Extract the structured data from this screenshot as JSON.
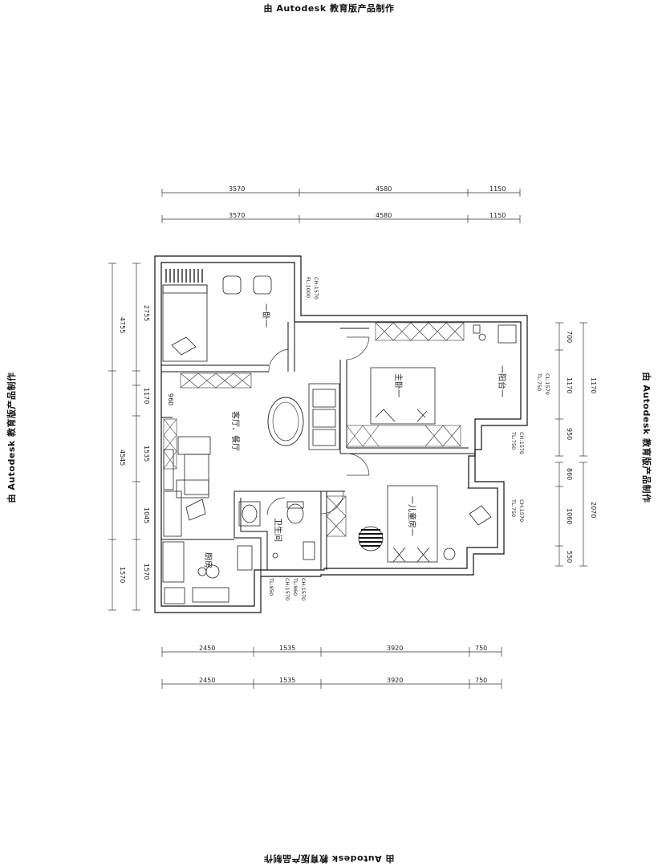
{
  "watermark": "由 Autodesk 教育版产品制作",
  "dimensions": {
    "top_row1": [
      "3570",
      "4580",
      "1150"
    ],
    "top_row2": [
      "3570",
      "4580",
      "1150"
    ],
    "bottom_row1": [
      "2450",
      "1535",
      "3920",
      "750"
    ],
    "bottom_row2": [
      "2450",
      "1535",
      "3920",
      "750"
    ],
    "left_outer": [
      "4755",
      "4545",
      "1570"
    ],
    "left_inner": [
      "2755",
      "1170",
      "960",
      "1535",
      "1045",
      "1570"
    ],
    "right_upper": [
      "700",
      "1170",
      "1170",
      "950"
    ],
    "right_lower": [
      "860",
      "2070",
      "1060",
      "550"
    ]
  },
  "rooms": {
    "second_bedroom": "一卧一",
    "living_dining": "客厅、餐厅",
    "master_bedroom": "主卧一",
    "balcony": "一阳台一",
    "kid_bedroom": "一儿童房一",
    "bathroom": "卫生间",
    "kitchen": "厨房"
  },
  "tags": {
    "t1": "CH:1570",
    "t2": "FL:1000",
    "t3": "CL:1570",
    "t4": "TL:750",
    "t5": "CH:1570",
    "t6": "TL:750",
    "t7": "CH:1570",
    "t8": "TL:750",
    "t9": "CH:1570",
    "t10": "TL:860",
    "t11": "CH:1570",
    "t12": "TL:850"
  }
}
